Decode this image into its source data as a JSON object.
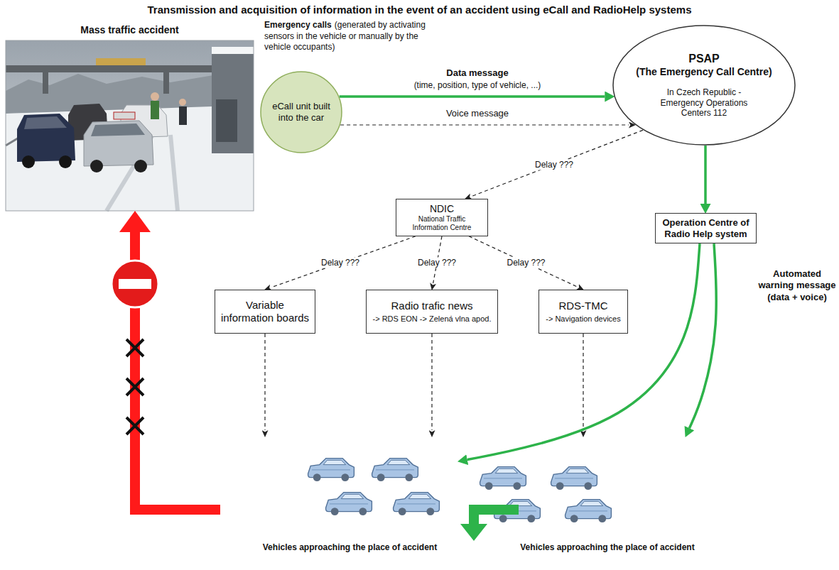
{
  "diagram": {
    "title": "Transmission and acquisition of information in the event of an accident using eCall and RadioHelp systems",
    "nodes": [
      {
        "text": [
          "Mass traffic accident"
        ]
      },
      {
        "text": [
          "eCall unit built into the car"
        ]
      },
      {
        "text": [
          "PSAP",
          "(The Emergency Call Centre)",
          "In Czech Republic - Emergency Operations Centers 112"
        ]
      },
      {
        "text": [
          "NDIC",
          "National Traffic Information Centre"
        ]
      },
      {
        "text": [
          "Operation Centre of Radio Help system"
        ]
      },
      {
        "text": [
          "Variable information boards"
        ]
      },
      {
        "text": [
          "Radio trafic news",
          "-> RDS EON -> Zelená vlna apod."
        ]
      },
      {
        "text": [
          "RDS-TMC",
          "-> Navigation devices"
        ]
      },
      {
        "text": [
          "Vehicles approaching the place of accident"
        ]
      },
      {
        "text": [
          "Vehicles approaching the place of accident"
        ]
      }
    ],
    "edges": [
      {
        "from": 1,
        "to": 2,
        "arrow": "to",
        "label": "Data message"
      },
      {
        "from": 1,
        "to": 2,
        "arrow": "to",
        "label": "Voice message"
      },
      {
        "from": 2,
        "to": 3,
        "arrow": "to",
        "label": "Delay ???"
      },
      {
        "from": 2,
        "to": 4,
        "arrow": "to"
      },
      {
        "from": 3,
        "to": 5,
        "arrow": "to",
        "label": "Delay ???"
      },
      {
        "from": 3,
        "to": 6,
        "arrow": "to",
        "label": "Delay ???"
      },
      {
        "from": 3,
        "to": 7,
        "arrow": "to",
        "label": "Delay ???"
      },
      {
        "from": 5,
        "to": 8,
        "arrow": "to"
      },
      {
        "from": 6,
        "to": 8,
        "arrow": "to"
      },
      {
        "from": 7,
        "to": 9,
        "arrow": "to"
      },
      {
        "from": 4,
        "to": 8,
        "arrow": "to"
      },
      {
        "from": 4,
        "to": 9,
        "arrow": "to",
        "label": "Automated warning message (data + voice)"
      },
      {
        "from": 8,
        "to": 0,
        "arrow": "to"
      }
    ],
    "labels": [
      "Emergency calls",
      "(generated by activating sensors in the vehicle or manually by the vehicle occupants)",
      "(time, position, type of vehicle, ...)"
    ]
  }
}
